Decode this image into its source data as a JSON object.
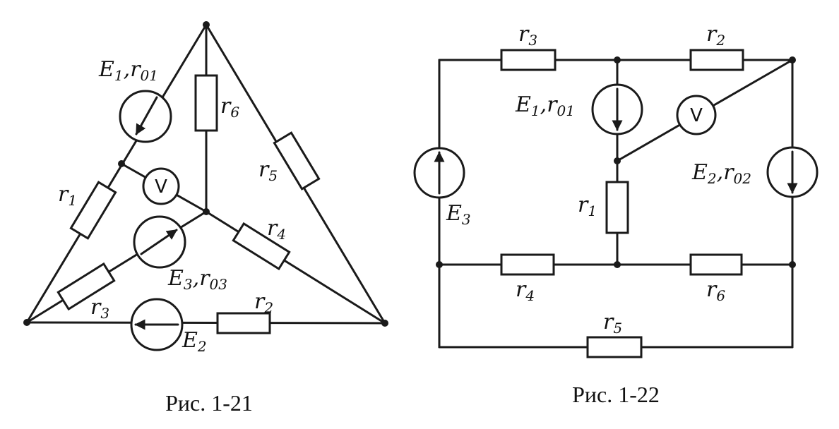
{
  "figures": [
    {
      "caption": "Рис. 1-21",
      "labels": {
        "e1": "E",
        "e1_sub": "1",
        "e1_r": "r",
        "e1_r_sub": "01",
        "r6": "r",
        "r6_sub": "6",
        "r5": "r",
        "r5_sub": "5",
        "r1": "r",
        "r1_sub": "1",
        "r4": "r",
        "r4_sub": "4",
        "e3": "E",
        "e3_sub": "3",
        "e3_r": "r",
        "e3_r_sub": "03",
        "r3": "r",
        "r3_sub": "3",
        "r2": "r",
        "r2_sub": "2",
        "e2": "E",
        "e2_sub": "2",
        "voltmeter": "V"
      }
    },
    {
      "caption": "Рис. 1-22",
      "labels": {
        "r3": "r",
        "r3_sub": "3",
        "r2": "r",
        "r2_sub": "2",
        "e1": "E",
        "e1_sub": "1",
        "e1_r": "r",
        "e1_r_sub": "01",
        "e2": "E",
        "e2_sub": "2",
        "e2_r": "r",
        "e2_r_sub": "02",
        "e3": "E",
        "e3_sub": "3",
        "r1": "r",
        "r1_sub": "1",
        "r4": "r",
        "r4_sub": "4",
        "r6": "r",
        "r6_sub": "6",
        "r5": "r",
        "r5_sub": "5",
        "voltmeter": "V"
      }
    }
  ]
}
